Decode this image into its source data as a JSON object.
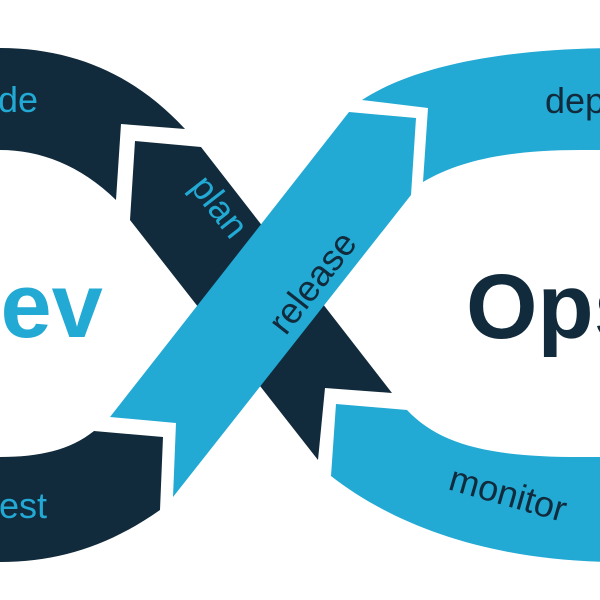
{
  "colors": {
    "dark": "#112b3c",
    "blue": "#22a9d4",
    "background": "#ffffff"
  },
  "title_left": "Dev",
  "title_right": "Ops",
  "stages": {
    "code": "code",
    "plan": "plan",
    "release": "release",
    "deploy": "deploy",
    "monitor": "monitor",
    "test": "test"
  }
}
